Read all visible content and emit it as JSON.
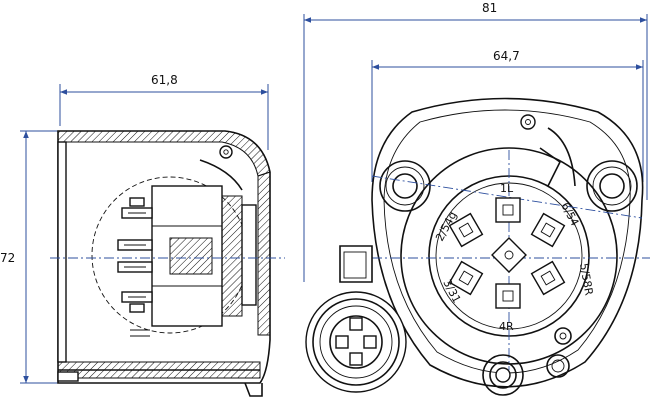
{
  "dimensions": {
    "overall_width": "81",
    "inner_width": "64,7",
    "depth": "61,8",
    "height": "72"
  },
  "pins": {
    "p1": "1L",
    "p2": "2/54g",
    "p3": "3/31",
    "p4": "4R",
    "p5": "5/58R",
    "p6": "6/54"
  },
  "colors": {
    "dimension_line": "#2d4f9e",
    "outline": "#111111",
    "hatch": "#111111"
  }
}
